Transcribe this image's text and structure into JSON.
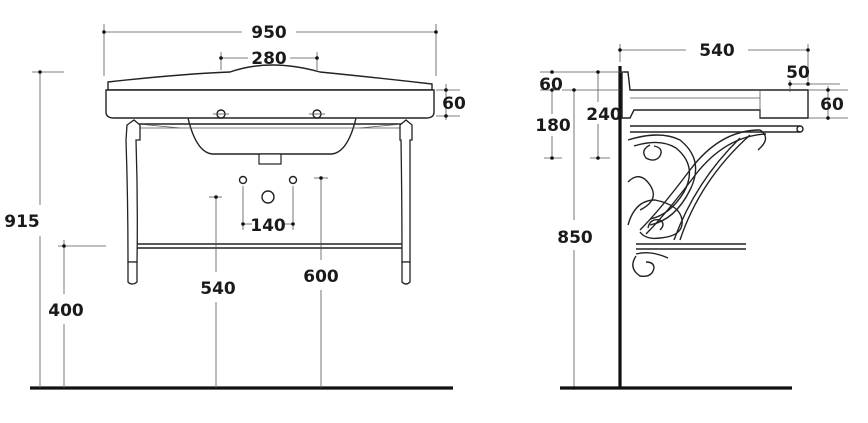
{
  "front_view": {
    "dims": {
      "overall_width": "950",
      "tap_spacing": "280",
      "basin_height": "60",
      "total_height": "915",
      "towel_rail_height": "400",
      "drain_spacing": "140",
      "waste_height": "540",
      "supply_height": "600"
    }
  },
  "side_view": {
    "dims": {
      "depth": "540",
      "rim_top": "60",
      "rim_height": "180",
      "bracket_offset": "240",
      "front_overhang": "50",
      "front_thickness": "60",
      "floor_to_rim": "850"
    }
  }
}
